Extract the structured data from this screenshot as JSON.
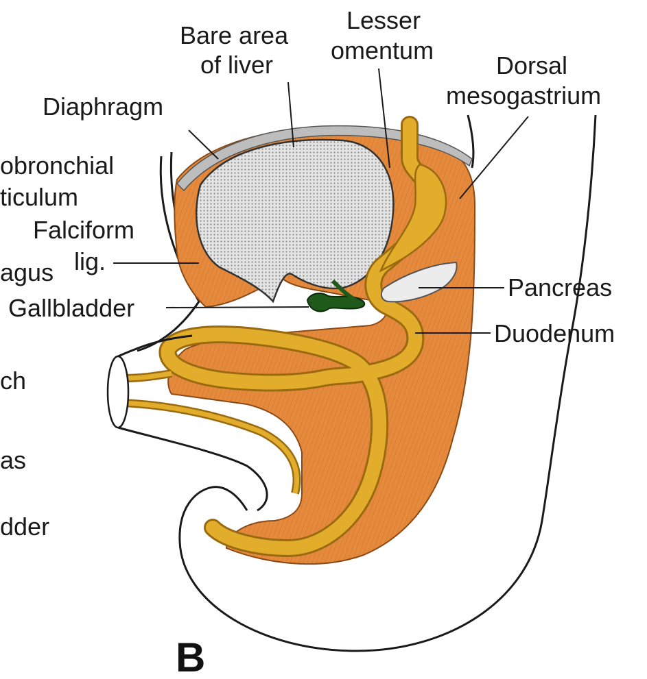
{
  "panel_letter": "B",
  "labels": {
    "bare_area_of_liver": [
      "Bare area",
      "of liver"
    ],
    "lesser_omentum": [
      "Lesser",
      "omentum"
    ],
    "dorsal_mesogastrium": [
      "Dorsal",
      "mesogastrium"
    ],
    "diaphragm": "Diaphragm",
    "tracheobronchial_diverticulum": [
      "obronchial",
      "ticulum"
    ],
    "falciform_lig": [
      "Falciform",
      "lig."
    ],
    "esophagus": "agus",
    "gallbladder": "Gallbladder",
    "pancreas": "Pancreas",
    "duodenum": "Duodenum"
  },
  "cropped_left_labels": [
    "ch",
    "as",
    "dder"
  ],
  "colors": {
    "mesentery": "#e58a3c",
    "gut_tube": "#e3ad2c",
    "gut_tube_edge": "#9a6a10",
    "liver": "#d6d6d6",
    "diaphragm": "#bdbdbd",
    "gallbladder": "#1f5a1a",
    "pancreas": "#ececec"
  }
}
